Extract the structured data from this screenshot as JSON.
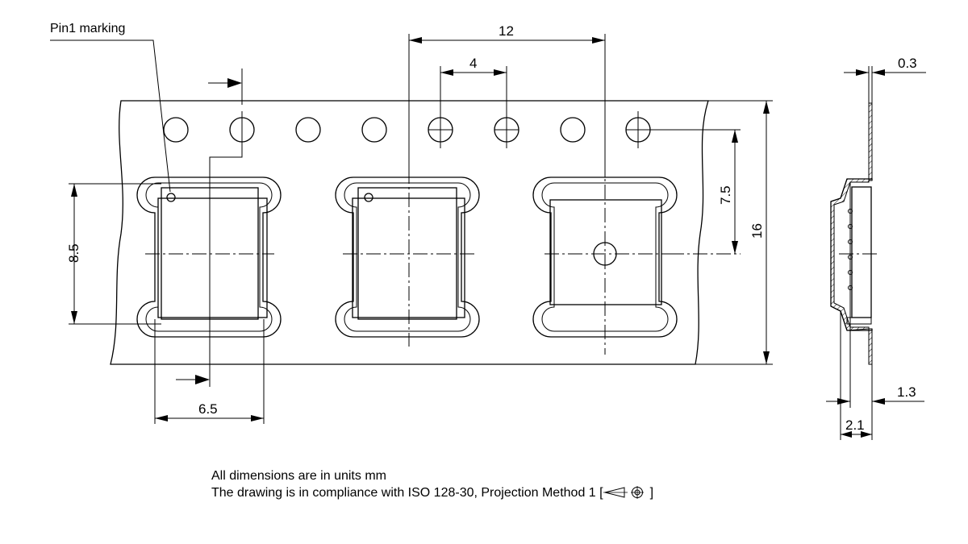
{
  "title_label": "Pin1 marking",
  "dimensions": {
    "pitch": "12",
    "hole_pitch": "4",
    "tape_thickness": "0.3",
    "hole_to_pocket": "7.5",
    "tape_width": "16",
    "pocket_length": "8.5",
    "pocket_width": "6.5",
    "depth_inner": "1.3",
    "depth_outer": "2.1"
  },
  "notes": {
    "line1": "All dimensions are in units mm",
    "line2_prefix": "The drawing is in compliance with ISO 128-30, Projection Method 1 [",
    "line2_suffix": "]"
  },
  "icons": {
    "arrow": "arrow-icon",
    "projection": "first-angle-projection-icon"
  }
}
